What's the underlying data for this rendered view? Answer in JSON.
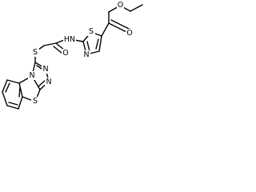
{
  "molecule": {
    "atoms": {
      "o_ester": "O",
      "o_carbonyl_ester": "O",
      "s_thiazole": "S",
      "n_thiazole": "N",
      "n_amide": "HN",
      "o_amide": "O",
      "s_thioether": "S",
      "n_triazole_1": "N",
      "n_triazole_2": "N",
      "n_triazole_3": "N",
      "s_benzothiazole": "S"
    },
    "colors": {
      "bond": "#000000",
      "label": "#000000",
      "background": "#ffffff"
    }
  }
}
